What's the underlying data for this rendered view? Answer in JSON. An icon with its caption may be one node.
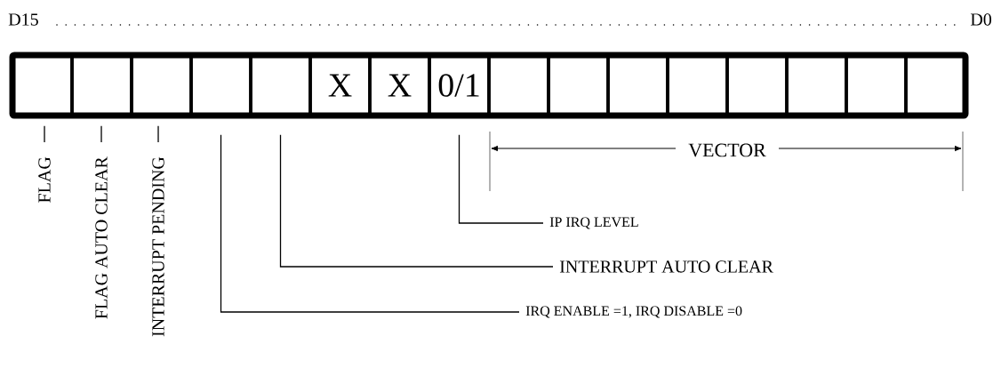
{
  "diagram": {
    "nodes": [
      {
        "text": [],
        "shape": "box"
      },
      {
        "text": [],
        "shape": "box"
      },
      {
        "text": [],
        "shape": "box"
      },
      {
        "text": [],
        "shape": "box"
      },
      {
        "text": [],
        "shape": "box"
      },
      {
        "text": [
          "X"
        ]
      },
      {
        "text": [
          "X"
        ]
      },
      {
        "text": [
          "0/1"
        ]
      },
      {
        "text": [],
        "shape": "box"
      },
      {
        "text": [],
        "shape": "box"
      },
      {
        "text": [],
        "shape": "box"
      },
      {
        "text": [],
        "shape": "box"
      },
      {
        "text": [],
        "shape": "box"
      },
      {
        "text": [],
        "shape": "box"
      },
      {
        "text": [],
        "shape": "box"
      },
      {
        "text": [],
        "shape": "box"
      },
      {
        "text": [
          "FLAG"
        ]
      },
      {
        "text": [
          "FLAG AUTO CLEAR"
        ]
      },
      {
        "text": [
          "INTERRUPT PENDING"
        ]
      },
      {
        "text": [
          "IP IRQ LEVEL"
        ]
      },
      {
        "text": [
          "INTERRUPT AUTO CLEAR"
        ]
      },
      {
        "text": [
          "IRQ ENABLE =1, IRQ DISABLE =0"
        ]
      }
    ],
    "edges": [
      {
        "from": 16,
        "to": 0,
        "arrow": "none"
      },
      {
        "from": 17,
        "to": 1,
        "arrow": "none"
      },
      {
        "from": 18,
        "to": 2,
        "arrow": "none"
      },
      {
        "from": 19,
        "to": 7,
        "arrow": "none"
      },
      {
        "from": 20,
        "to": 4,
        "arrow": "none"
      },
      {
        "from": 21,
        "to": 3,
        "arrow": "none"
      }
    ],
    "labels": [
      "D15",
      "D0",
      "VECTOR"
    ]
  }
}
